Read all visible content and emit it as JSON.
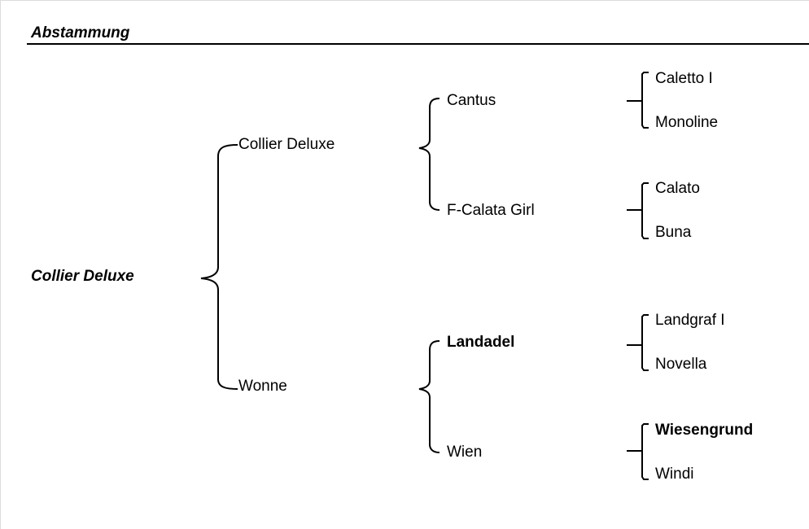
{
  "section": {
    "title": "Abstammung"
  },
  "pedigree": {
    "subject": "Collier Deluxe",
    "sire": {
      "name": "Collier Deluxe",
      "sire": {
        "name": "Cantus",
        "sire": {
          "name": "Caletto I"
        },
        "dam": {
          "name": "Monoline"
        }
      },
      "dam": {
        "name": "F-Calata Girl",
        "sire": {
          "name": "Calato"
        },
        "dam": {
          "name": "Buna"
        }
      }
    },
    "dam": {
      "name": "Wonne",
      "sire": {
        "name": "Landadel",
        "bold": true,
        "sire": {
          "name": "Landgraf I"
        },
        "dam": {
          "name": "Novella"
        }
      },
      "dam": {
        "name": "Wien",
        "sire": {
          "name": "Wiesengrund",
          "bold": true
        },
        "dam": {
          "name": "Windi"
        }
      }
    }
  }
}
